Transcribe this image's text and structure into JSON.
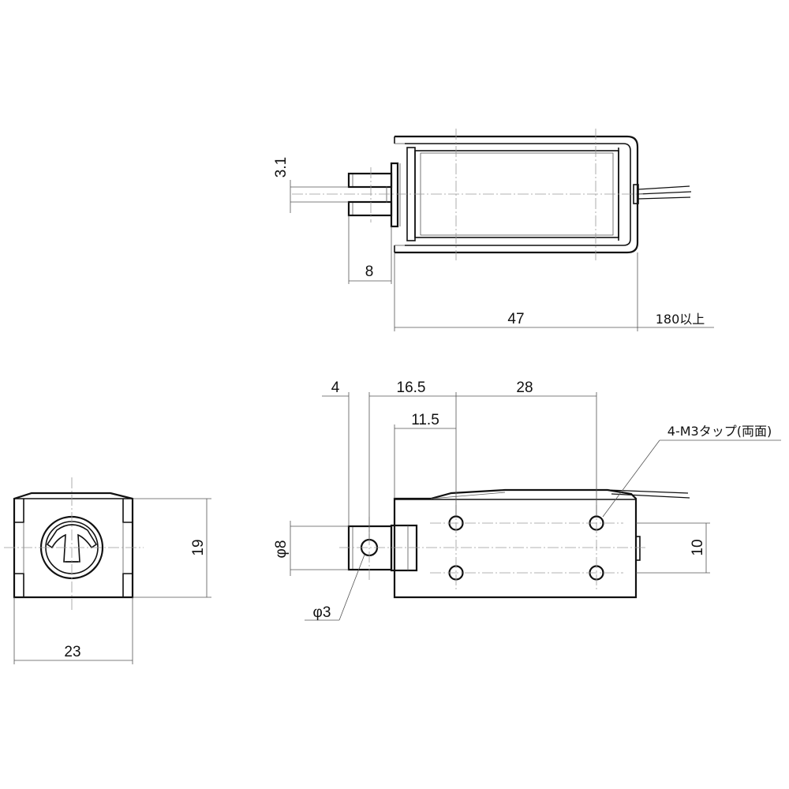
{
  "dimensions": {
    "top_view": {
      "pitch": "3.1",
      "stroke_length": "8",
      "body_length": "47",
      "lead_length": "180以上"
    },
    "front_view": {
      "offset_4": "4",
      "offset_16_5": "16.5",
      "pitch_28": "28",
      "offset_11_5": "11.5",
      "tap_note": "4-M3タップ(両面)",
      "plunger_dia": "φ8",
      "hole_dia": "φ3",
      "hole_spacing": "10"
    },
    "end_view": {
      "height": "19",
      "width": "23"
    }
  },
  "colors": {
    "line": "#111111",
    "centerline": "#9a9a9a",
    "background": "#ffffff"
  }
}
